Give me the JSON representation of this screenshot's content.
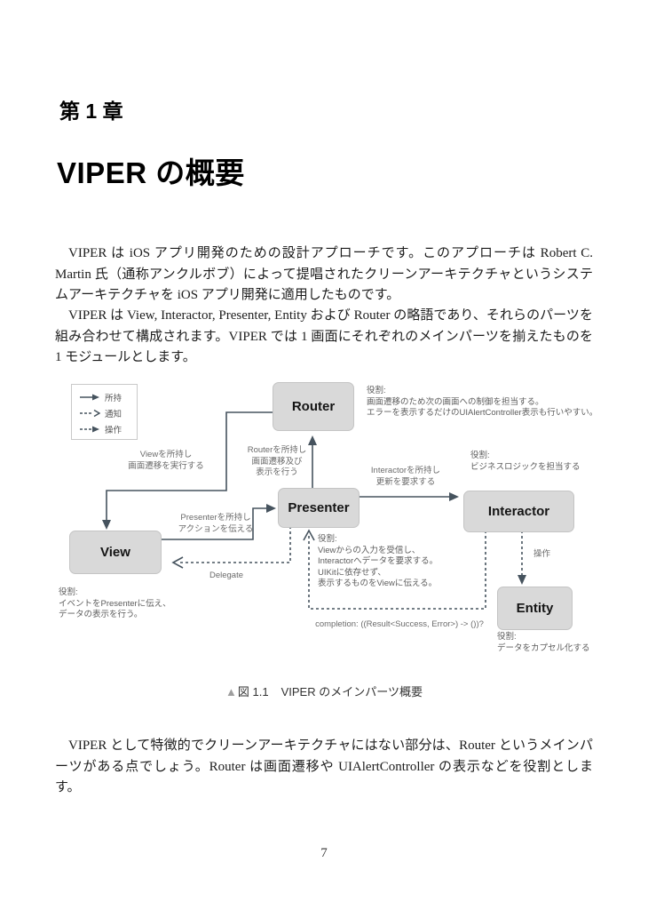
{
  "page": {
    "chapter": "第 1 章",
    "title": "VIPER の概要",
    "paragraphs": [
      "VIPER は iOS アプリ開発のための設計アプローチです。このアプローチは Robert C. Martin 氏（通称アンクルボブ）によって提唱されたクリーンアーキテクチャというシステムアーキテクチャを iOS アプリ開発に適用したものです。",
      "VIPER は View, Interactor, Presenter, Entity および Router の略語であり、それらのパーツを組み合わせて構成されます。VIPER では 1 画面にそれぞれのメインパーツを揃えたものを 1 モジュールとします。",
      "VIPER として特徴的でクリーンアーキテクチャにはない部分は、Router というメインパーツがある点でしょう。Router は画面遷移や UIAlertController の表示などを役割とします。"
    ],
    "figure_caption": {
      "marker": "▲",
      "label": "図 1.1",
      "text": "VIPER のメインパーツ概要"
    },
    "page_number": "7"
  },
  "diagram": {
    "legend": [
      {
        "type": "solid-filled",
        "label": "所持"
      },
      {
        "type": "dashed-open",
        "label": "通知"
      },
      {
        "type": "dashed-filled",
        "label": "操作"
      }
    ],
    "boxes": {
      "router": "Router",
      "presenter": "Presenter",
      "view": "View",
      "interactor": "Interactor",
      "entity": "Entity"
    },
    "roles": {
      "router": [
        "役割:",
        "画面遷移のため次の画面への制御を担当する。",
        "エラーを表示するだけのUIAlertController表示も行いやすい。"
      ],
      "interactor": [
        "役割:",
        "ビジネスロジックを担当する"
      ],
      "presenter": [
        "役割:",
        "Viewからの入力を受信し、",
        "Interactorへデータを要求する。",
        "UIKitに依存せず、",
        "表示するものをViewに伝える。"
      ],
      "view": [
        "役割:",
        "イベントをPresenterに伝え、",
        "データの表示を行う。"
      ],
      "entity": [
        "役割:",
        "データをカプセル化する"
      ]
    },
    "edge_labels": {
      "router_holds_view": [
        "Viewを所持し",
        "画面遷移を実行する"
      ],
      "presenter_holds_router": [
        "Routerを所持し",
        "画面遷移及び",
        "表示を行う"
      ],
      "view_holds_presenter": [
        "Presenterを所持し",
        "アクションを伝える"
      ],
      "presenter_holds_interactor": [
        "Interactorを所持し",
        "更新を要求する"
      ],
      "delegate": [
        "Delegate"
      ],
      "operation": [
        "操作"
      ],
      "completion": [
        "completion: ((Result<Success, Error>) -> ())?"
      ]
    },
    "colors": {
      "line": "#46535e",
      "box_fill": "#d9d9d9",
      "box_border": "#c4c4c4",
      "annotation_text": "#5d5d5d"
    }
  }
}
